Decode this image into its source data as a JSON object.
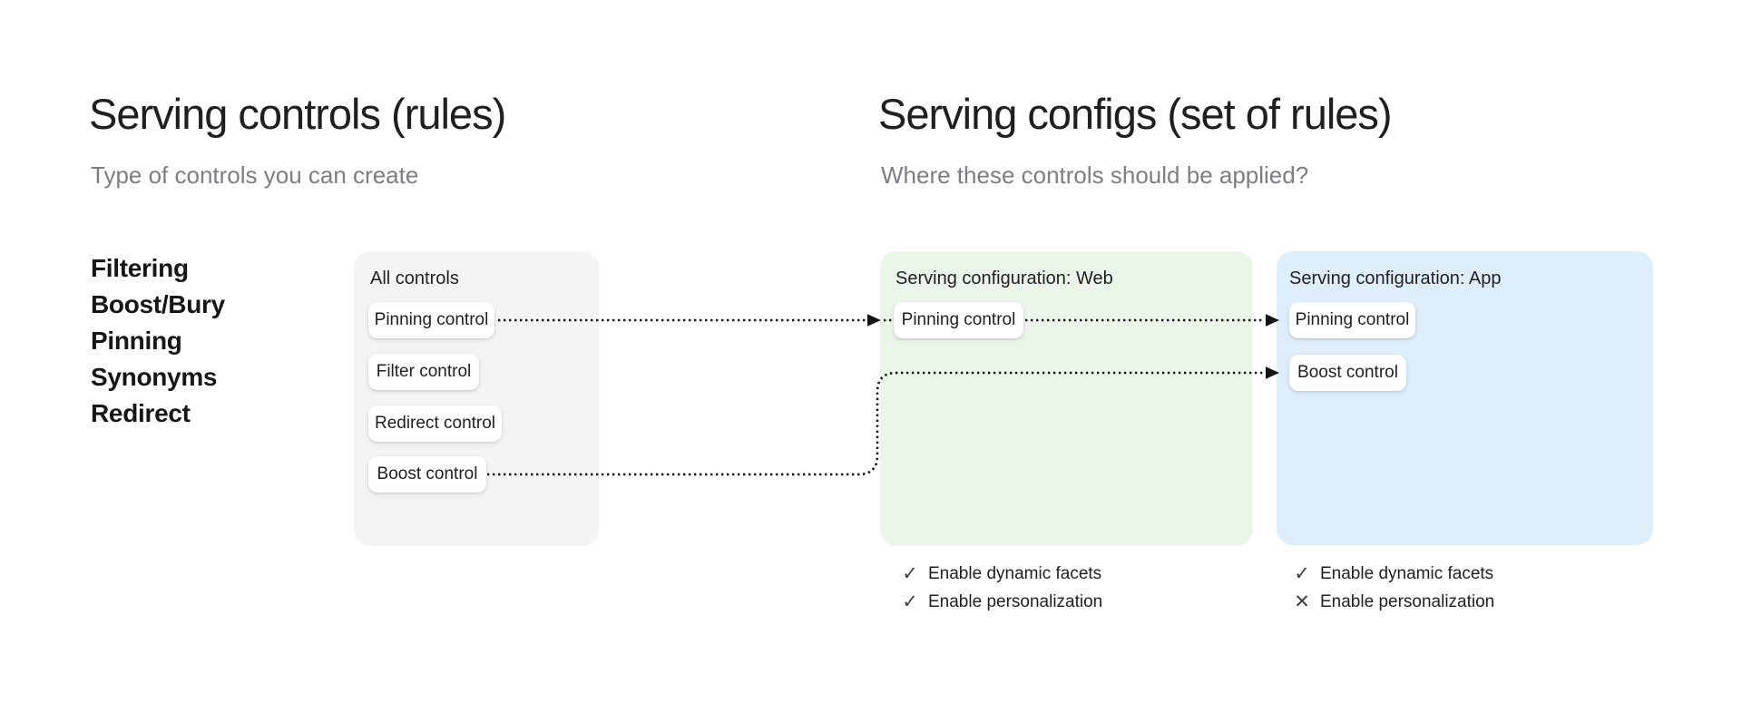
{
  "left_section": {
    "title": "Serving controls (rules)",
    "subtitle": "Type of controls you can create",
    "control_types": [
      "Filtering",
      "Boost/Bury",
      "Pinning",
      "Synonyms",
      "Redirect"
    ]
  },
  "right_section": {
    "title": "Serving configs (set of rules)",
    "subtitle": "Where these controls should be applied?"
  },
  "all_controls_card": {
    "title": "All controls",
    "controls": [
      "Pinning control",
      "Filter control",
      "Redirect control",
      "Boost control"
    ]
  },
  "web_config_card": {
    "title": "Serving configuration: Web",
    "controls": [
      "Pinning control"
    ],
    "settings": [
      {
        "icon": "✓",
        "state": "enabled",
        "label": "Enable dynamic facets"
      },
      {
        "icon": "✓",
        "state": "enabled",
        "label": "Enable personalization"
      }
    ]
  },
  "app_config_card": {
    "title": "Serving configuration: App",
    "controls": [
      "Pinning control",
      "Boost control"
    ],
    "settings": [
      {
        "icon": "✓",
        "state": "enabled",
        "label": "Enable dynamic facets"
      },
      {
        "icon": "✕",
        "state": "disabled",
        "label": "Enable personalization"
      }
    ]
  },
  "connectors": [
    {
      "from": "all-controls-pinning",
      "to": "web-pinning",
      "style": "dotted-arrow"
    },
    {
      "from": "web-pinning",
      "to": "app-pinning",
      "style": "dotted-arrow"
    },
    {
      "from": "all-controls-boost",
      "to": "app-boost",
      "style": "dotted-arrow-curved"
    }
  ],
  "colors": {
    "background": "#ffffff",
    "all_controls_card_bg": "#f4f4f4",
    "web_card_bg": "#ecf5ea",
    "app_card_bg": "#dfeefb",
    "chip_bg": "#ffffff",
    "heading_text": "#1f1f1f",
    "subtitle_text": "#7b7e82",
    "connector": "#141414",
    "setting_icon": "#3c4043"
  }
}
